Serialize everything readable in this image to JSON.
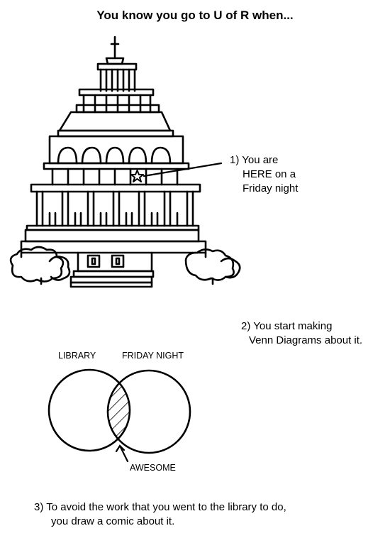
{
  "title": "You know you go to U of R when...",
  "captions": {
    "c1": [
      "1) You are",
      "HERE on a",
      "Friday night"
    ],
    "c2": [
      "2) You start making",
      "Venn Diagrams about it."
    ],
    "c3": [
      "3) To avoid the work that you went to the library to do,",
      "you draw a comic about it."
    ]
  },
  "venn": {
    "left_label": "LIBRARY",
    "right_label": "FRIDAY NIGHT",
    "intersection_label": "AWESOME"
  },
  "colors": {
    "ink": "#000000",
    "paper": "#ffffff"
  }
}
